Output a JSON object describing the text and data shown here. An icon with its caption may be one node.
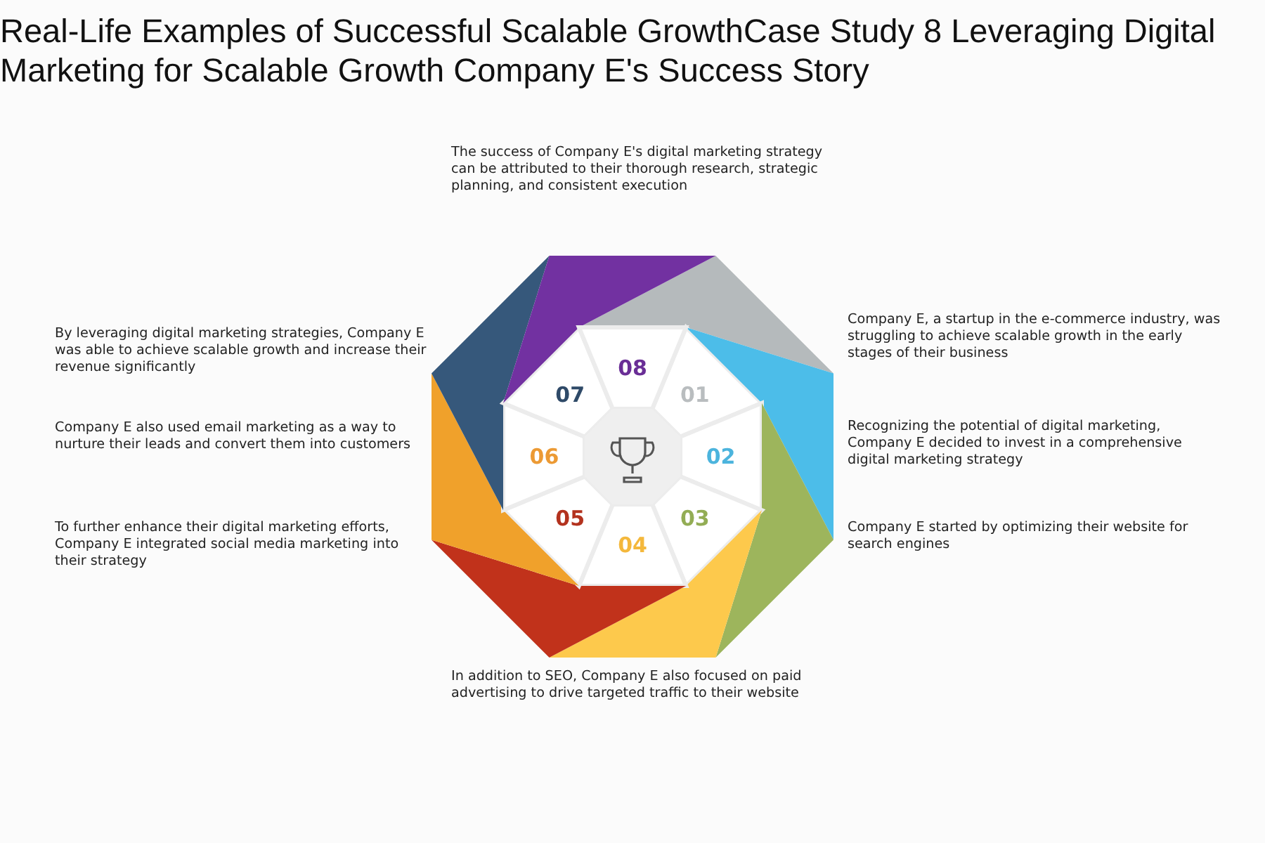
{
  "diagram": {
    "title": "Real-Life Examples of Successful Scalable GrowthCase Study 8 Leveraging Digital Marketing for Scalable Growth Company E's Success Story",
    "nodes": [
      {
        "text": [
          "01"
        ]
      },
      {
        "text": [
          "02"
        ]
      },
      {
        "text": [
          "03"
        ]
      },
      {
        "text": [
          "04"
        ]
      },
      {
        "text": [
          "05"
        ]
      },
      {
        "text": [
          "06"
        ]
      },
      {
        "text": [
          "07"
        ]
      },
      {
        "text": [
          "08"
        ]
      }
    ],
    "labels": [
      "The success of Company E's digital marketing strategy can be attributed to their thorough research, strategic planning, and consistent execution",
      "By leveraging digital marketing strategies, Company E was able to achieve scalable growth and increase their revenue significantly",
      "Company E, a startup in the e-commerce industry, was struggling to achieve scalable growth in the early stages of their business",
      "Company E also used email marketing as a way to nurture their leads and convert them into customers",
      "Recognizing the potential of digital marketing, Company E decided to invest in a comprehensive digital marketing strategy",
      "To further enhance their digital marketing efforts, Company E integrated social media marketing into their strategy",
      "Company E started by optimizing their website for search engines",
      "In addition to SEO, Company E also focused on paid advertising to drive targeted traffic to their website"
    ]
  }
}
